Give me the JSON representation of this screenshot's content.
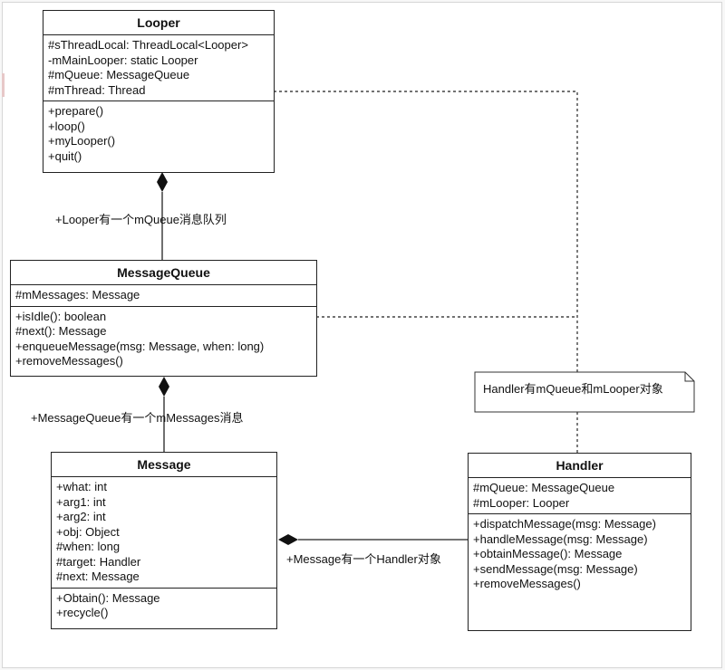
{
  "classes": {
    "looper": {
      "name": "Looper",
      "attributes": [
        "#sThreadLocal: ThreadLocal<Looper>",
        "-mMainLooper: static Looper",
        "#mQueue: MessageQueue",
        "#mThread: Thread"
      ],
      "methods": [
        "+prepare()",
        "+loop()",
        "+myLooper()",
        "+quit()"
      ]
    },
    "message_queue": {
      "name": "MessageQueue",
      "attributes": [
        "#mMessages: Message"
      ],
      "methods": [
        "+isIdle(): boolean",
        "#next(): Message",
        "+enqueueMessage(msg: Message, when: long)",
        "+removeMessages()"
      ]
    },
    "message": {
      "name": "Message",
      "attributes": [
        "+what: int",
        "+arg1: int",
        "+arg2: int",
        "+obj: Object",
        "#when: long",
        "#target: Handler",
        "#next: Message"
      ],
      "methods": [
        "+Obtain(): Message",
        "+recycle()"
      ]
    },
    "handler": {
      "name": "Handler",
      "attributes": [
        "#mQueue: MessageQueue",
        "#mLooper: Looper"
      ],
      "methods": [
        "+dispatchMessage(msg: Message)",
        "+handleMessage(msg: Message)",
        "+obtainMessage(): Message",
        "+sendMessage(msg: Message)",
        "+removeMessages()"
      ]
    }
  },
  "relations": {
    "looper_queue": "+Looper有一个mQueue消息队列",
    "queue_messages": "+MessageQueue有一个mMessages消息",
    "message_handler": "+Message有一个Handler对象"
  },
  "note": "Handler有mQueue和mLooper对象"
}
